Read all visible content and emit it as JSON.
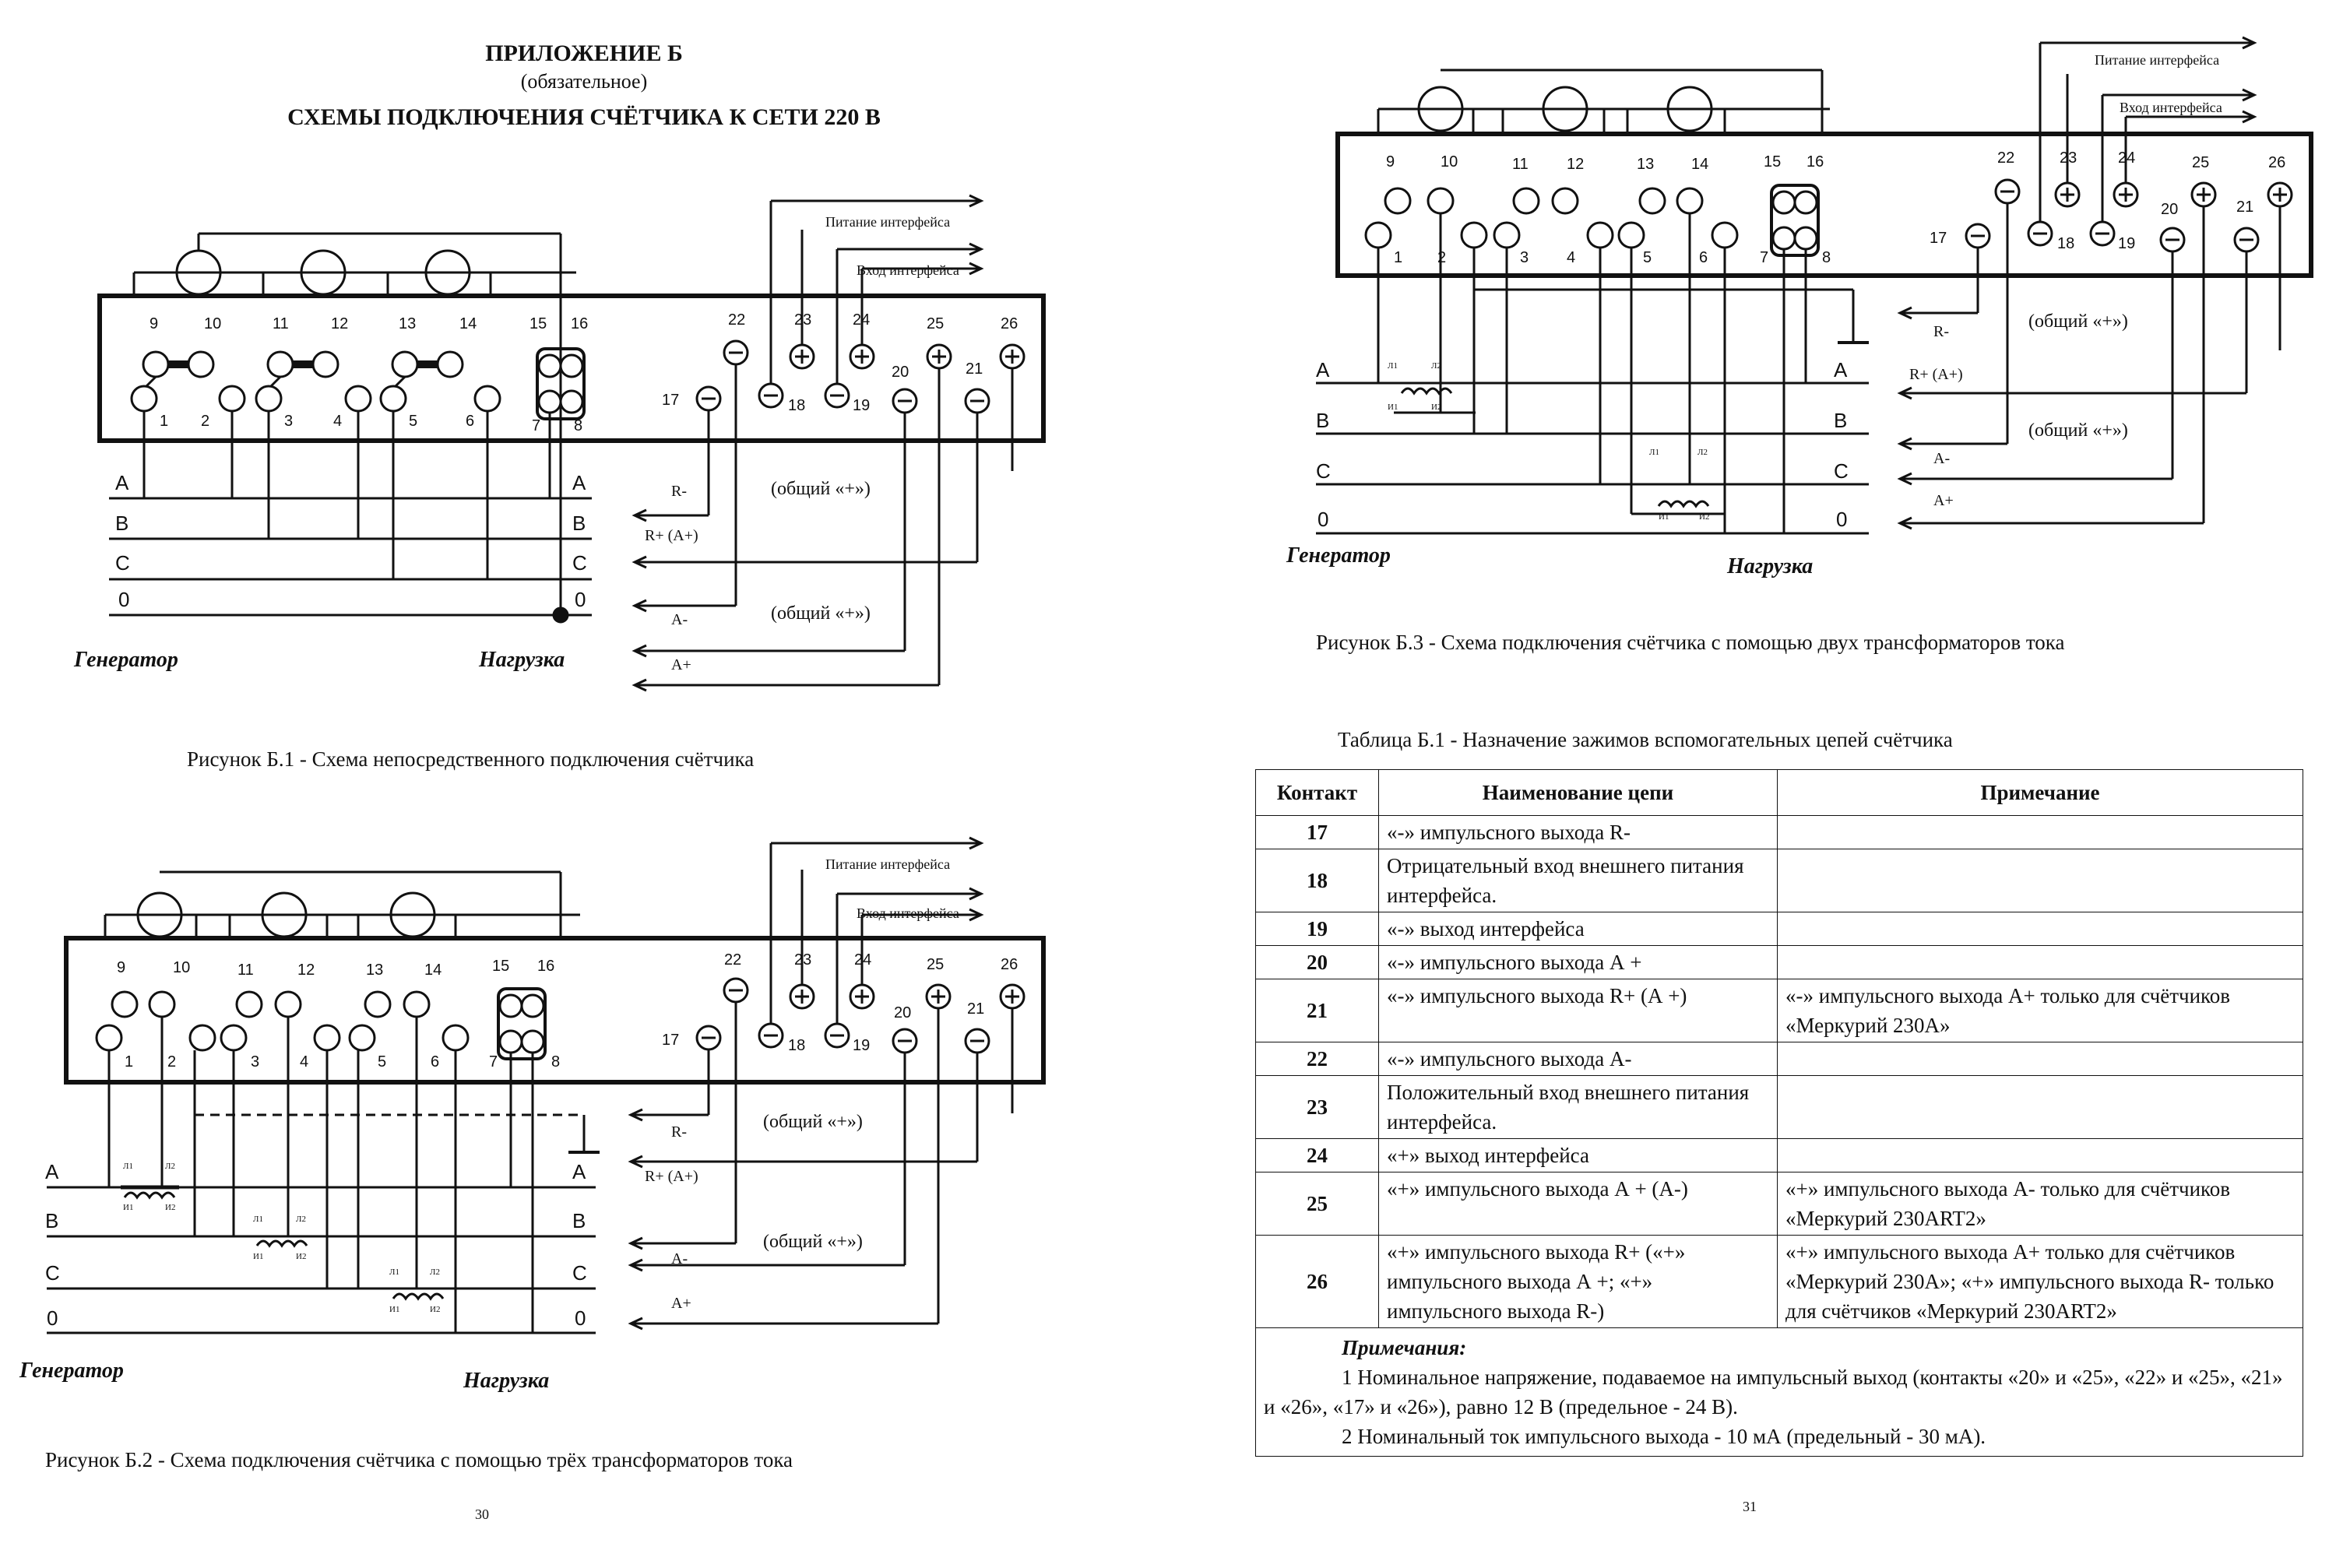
{
  "left_page": {
    "appendix_title": "ПРИЛОЖЕНИЕ Б",
    "appendix_note": "(обязательное)",
    "appendix_subtitle": "СХЕМЫ ПОДКЛЮЧЕНИЯ СЧЁТЧИКА К СЕТИ 220 В",
    "fig1_caption": "Рисунок Б.1 - Схема непосредственного подключения счётчика",
    "fig2_caption": "Рисунок Б.2 - Схема подключения счётчика с помощью трёх трансформаторов тока",
    "page_number": "30"
  },
  "right_page": {
    "fig3_caption": "Рисунок Б.3 - Схема подключения счётчика с помощью двух трансформаторов тока",
    "table_caption": "Таблица Б.1 - Назначение зажимов вспомогательных цепей счётчика",
    "page_number": "31"
  },
  "diagram": {
    "power_label": "Питание интерфейса",
    "input_label": "Вход интерфейса",
    "common_plus": "(общий «+»)",
    "r_minus": "R-",
    "r_plus": "R+ (A+)",
    "a_minus": "A-",
    "a_plus": "A+",
    "generator": "Генератор",
    "load": "Нагрузка",
    "phases": [
      "A",
      "B",
      "C",
      "0"
    ],
    "top_terminals": [
      "9",
      "10",
      "11",
      "12",
      "13",
      "14",
      "15",
      "16"
    ],
    "bottom_terminals": [
      "1",
      "2",
      "3",
      "4",
      "5",
      "6",
      "7",
      "8"
    ],
    "aux_terminals": {
      "t17": "17",
      "t18": "18",
      "t19": "19",
      "t20": "20",
      "t21": "21",
      "t22": "22",
      "t23": "23",
      "t24": "24",
      "t25": "25",
      "t26": "26"
    },
    "ct_labels": {
      "l1": "Л1",
      "l2": "Л2",
      "i1": "И1",
      "i2": "И2"
    }
  },
  "table": {
    "headers": [
      "Контакт",
      "Наименование цепи",
      "Примечание"
    ],
    "rows": [
      {
        "contact": "17",
        "name": "«-» импульсного выхода R-",
        "note": ""
      },
      {
        "contact": "18",
        "name": "Отрицательный вход внешнего питания интерфейса.",
        "note": ""
      },
      {
        "contact": "19",
        "name": "«-» выход интерфейса",
        "note": ""
      },
      {
        "contact": "20",
        "name": "«-» импульсного выхода А +",
        "note": ""
      },
      {
        "contact": "21",
        "name": "«-» импульсного выхода R+ (А +)",
        "note": "«-» импульсного выхода А+ только для счётчиков «Меркурий 230А»"
      },
      {
        "contact": "22",
        "name": "«-» импульсного выхода А-",
        "note": ""
      },
      {
        "contact": "23",
        "name": "Положительный вход внешнего питания интерфейса.",
        "note": ""
      },
      {
        "contact": "24",
        "name": "«+» выход интерфейса",
        "note": ""
      },
      {
        "contact": "25",
        "name": "«+» импульсного выхода А + (А-)",
        "note": "«+» импульсного выхода А- только для счётчиков «Меркурий 230ART2»"
      },
      {
        "contact": "26",
        "name": "«+» импульсного выхода R+ («+» импульсного выхода А +; «+» импульсного выхода R-)",
        "note": "«+» импульсного выхода А+ только для счётчиков «Меркурий 230А»; «+» импульсного выхода R- только для счётчиков «Меркурий 230ART2»"
      }
    ],
    "notes_title": "Примечания:",
    "note1": "1 Номинальное напряжение, подаваемое на импульсный выход (контакты «20» и «25», «22» и «25», «21» и «26», «17» и «26»), равно 12 В (предельное - 24 В).",
    "note2": "2 Номинальный ток импульсного выхода - 10 мА (предельный - 30 мА)."
  }
}
